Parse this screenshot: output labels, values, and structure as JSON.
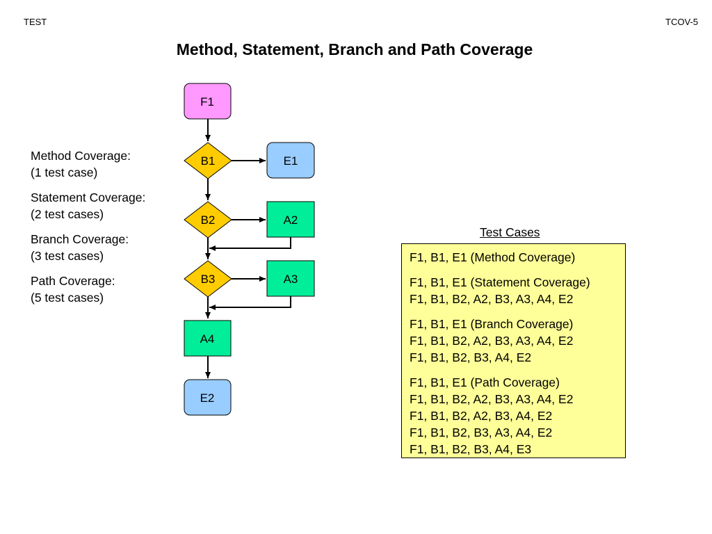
{
  "header": {
    "left": "TEST",
    "right": "TCOV-5"
  },
  "title": "Method, Statement, Branch and Path Coverage",
  "nodes": {
    "F1": "F1",
    "B1": "B1",
    "E1": "E1",
    "B2": "B2",
    "A2": "A2",
    "B3": "B3",
    "A3": "A3",
    "A4": "A4",
    "E2": "E2"
  },
  "coverage": [
    {
      "label": "Method Coverage:",
      "count": "(1 test case)"
    },
    {
      "label": "Statement Coverage:",
      "count": "(2 test cases)"
    },
    {
      "label": "Branch Coverage:",
      "count": "(3 test cases)"
    },
    {
      "label": "Path Coverage:",
      "count": "(5 test cases)"
    }
  ],
  "test_cases": {
    "title": "Test Cases",
    "groups": [
      [
        "F1, B1, E1 (Method Coverage)"
      ],
      [
        "F1, B1, E1 (Statement Coverage)",
        "F1, B1, B2, A2, B3, A3, A4, E2"
      ],
      [
        "F1, B1, E1 (Branch Coverage)",
        "F1, B1, B2, A2, B3, A3, A4, E2",
        "F1, B1, B2, B3, A4, E2"
      ],
      [
        "F1, B1, E1 (Path Coverage)",
        "F1, B1, B2, A2, B3, A3, A4, E2",
        "F1, B1, B2, A2, B3, A4, E2",
        "F1, B1, B2, B3, A3, A4, E2",
        "F1, B1, B2, B3, A4, E3"
      ]
    ]
  },
  "colors": {
    "function_node": "#ff99ff",
    "branch_node": "#ffcc00",
    "exit_node": "#99ccff",
    "action_node": "#00ee99",
    "test_case_box": "#ffff99"
  }
}
